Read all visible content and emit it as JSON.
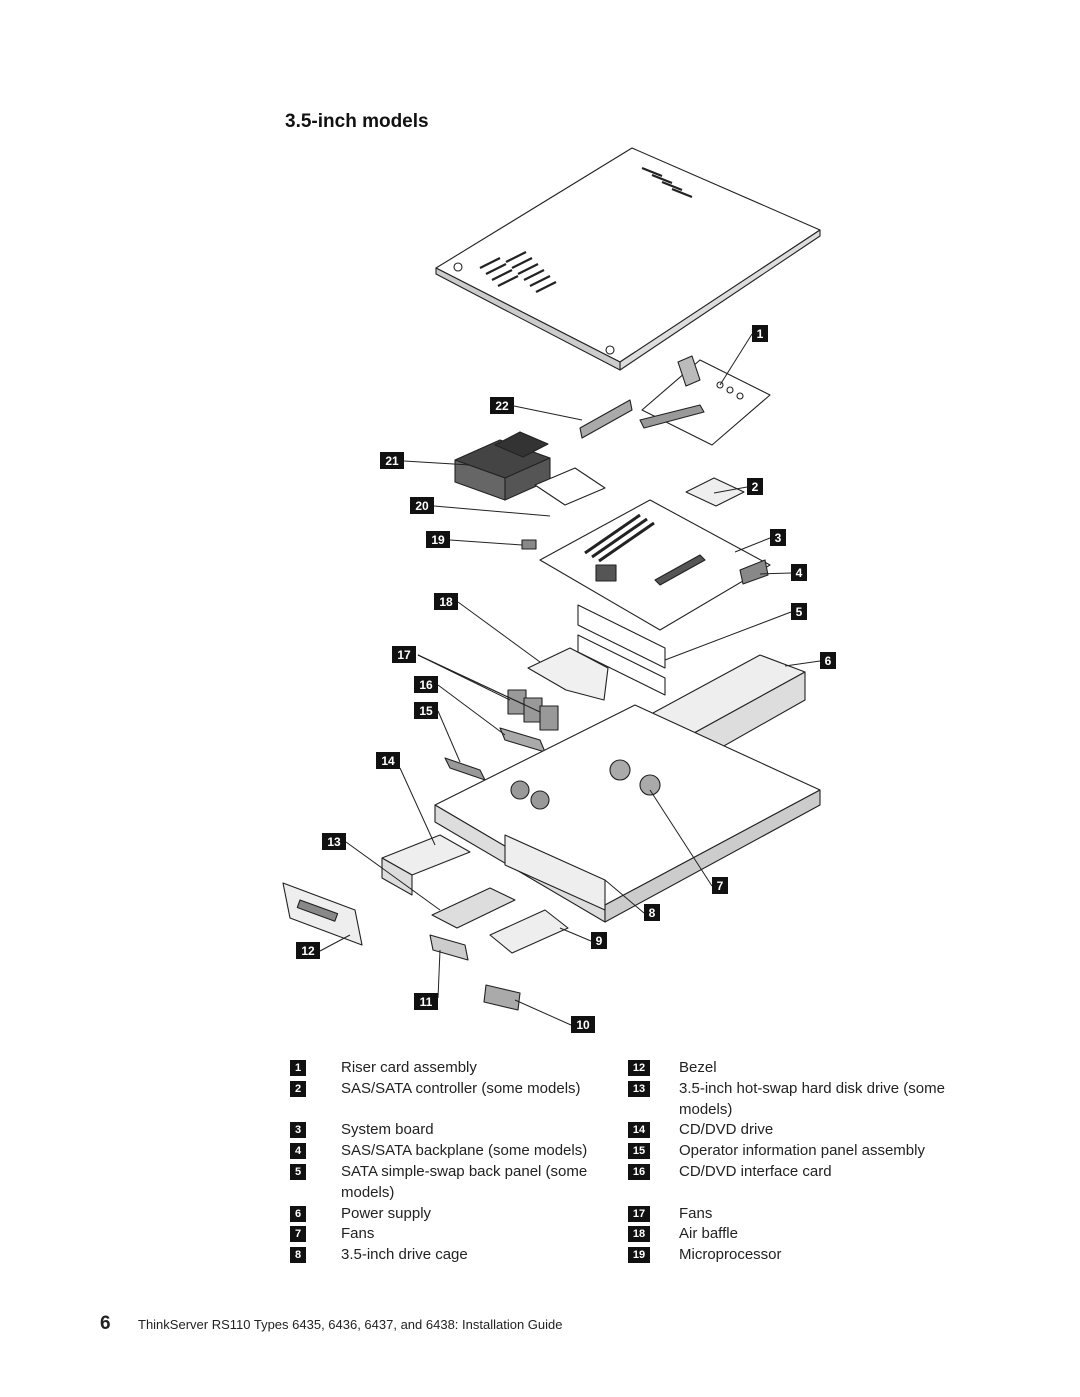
{
  "section_title": "3.5-inch models",
  "figure": {
    "callouts": [
      "1",
      "2",
      "3",
      "4",
      "5",
      "6",
      "7",
      "8",
      "9",
      "10",
      "11",
      "12",
      "13",
      "14",
      "15",
      "16",
      "17",
      "18",
      "19",
      "20",
      "21",
      "22"
    ]
  },
  "legend": {
    "left": [
      {
        "num": "1",
        "text": "Riser card assembly"
      },
      {
        "num": "2",
        "text": "SAS/SATA controller (some models)"
      },
      {
        "num": "3",
        "text": "System board"
      },
      {
        "num": "4",
        "text": "SAS/SATA backplane (some models)"
      },
      {
        "num": "5",
        "text": "SATA simple-swap back panel (some models)"
      },
      {
        "num": "6",
        "text": "Power supply"
      },
      {
        "num": "7",
        "text": "Fans"
      },
      {
        "num": "8",
        "text": "3.5-inch drive cage"
      }
    ],
    "right": [
      {
        "num": "12",
        "text": "Bezel"
      },
      {
        "num": "13",
        "text": "3.5-inch hot-swap hard disk drive (some models)"
      },
      {
        "num": "14",
        "text": "CD/DVD drive"
      },
      {
        "num": "15",
        "text": "Operator information panel assembly"
      },
      {
        "num": "16",
        "text": "CD/DVD interface card"
      },
      {
        "num": "17",
        "text": "Fans"
      },
      {
        "num": "18",
        "text": "Air baffle"
      },
      {
        "num": "19",
        "text": "Microprocessor"
      }
    ]
  },
  "footer": {
    "page_number": "6",
    "text": "ThinkServer RS110 Types 6435, 6436, 6437, and 6438: Installation Guide"
  }
}
